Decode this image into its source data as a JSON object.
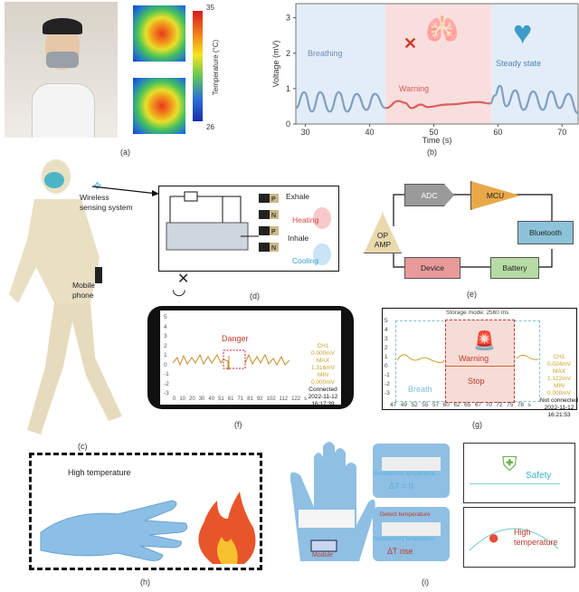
{
  "panel_a": {
    "caption": "(a)",
    "colorbar_max": "35",
    "colorbar_min": "26",
    "colorbar_label": "Temperature (°C)"
  },
  "panel_b": {
    "caption": "(b)",
    "breathing_label": "Breathing",
    "warning_label": "Warning",
    "steady_label": "Steady state"
  },
  "chart_data": {
    "type": "line",
    "title": "",
    "xlabel": "Time (s)",
    "ylabel": "Voltage (mV)",
    "xlim": [
      28.5,
      72.5
    ],
    "ylim": [
      0,
      3.4
    ],
    "xticks": [
      30,
      40,
      50,
      60,
      70
    ],
    "yticks": [
      0,
      1,
      2,
      3
    ],
    "regions": [
      {
        "name": "Breathing",
        "from": 28.5,
        "to": 42.5,
        "color": "#e3edf8"
      },
      {
        "name": "Warning",
        "from": 42.5,
        "to": 59,
        "color": "#f9dede"
      },
      {
        "name": "Steady state",
        "from": 59,
        "to": 72.5,
        "color": "#e3edf8"
      }
    ],
    "series": [
      {
        "name": "Breathing",
        "color": "#7f9fc3",
        "x": [
          28.5,
          29.8,
          31,
          32.3,
          33.8,
          35.2,
          36.5,
          38,
          39.5,
          40.8,
          42.5
        ],
        "y": [
          0.45,
          0.9,
          0.35,
          0.9,
          0.35,
          0.9,
          0.35,
          0.85,
          0.4,
          0.85,
          0.45
        ]
      },
      {
        "name": "Warning",
        "color": "#d9605e",
        "x": [
          42.5,
          44.5,
          45.5,
          46.5,
          48,
          49,
          52,
          57,
          58.8
        ],
        "y": [
          0.45,
          0.65,
          0.6,
          0.45,
          0.55,
          0.48,
          0.55,
          0.62,
          0.58
        ]
      },
      {
        "name": "Steady state",
        "color": "#7f9fc3",
        "x": [
          58.8,
          59.5,
          60.3,
          61.3,
          62.7,
          64,
          65.5,
          67,
          68.3,
          69.6,
          71,
          72.5
        ],
        "y": [
          0.58,
          0.8,
          1.08,
          0.5,
          0.95,
          0.4,
          0.92,
          0.4,
          0.92,
          0.45,
          0.85,
          0.3
        ]
      }
    ]
  },
  "panel_c": {
    "caption": "(c)",
    "wireless_label": "Wireless\nsensing system",
    "phone_label": "Mobile\nphone"
  },
  "panel_d": {
    "caption": "(d)",
    "exhale": "Exhale",
    "heating": "Heating",
    "inhale": "Inhale",
    "cooling": "Cooling"
  },
  "panel_e": {
    "caption": "(e)",
    "adc": "ADC",
    "mcu": "MCU",
    "opamp": "OP\nAMP",
    "bluetooth": "Bluetooth",
    "device": "Device",
    "battery": "Battery"
  },
  "panel_f": {
    "caption": "(f)",
    "danger": "Danger",
    "yticks": [
      "5",
      "4",
      "3",
      "2",
      "1",
      "0",
      "-1",
      "-2",
      "-3"
    ],
    "xticks": [
      "0",
      "10",
      "20",
      "30",
      "40",
      "51",
      "61",
      "71",
      "81",
      "92",
      "102",
      "112",
      "122",
      "s"
    ],
    "ch1": "CH1",
    "ch1_val": "0.000mV",
    "max": "MAX",
    "max_val": "1.316mV",
    "min": "MIN",
    "min_val": "0.000mV",
    "status": "Connected",
    "date": "2022-11-12",
    "time": "16:17:39"
  },
  "panel_g": {
    "caption": "(g)",
    "storage": "Storage mode: 2560 ms",
    "warning": "Warning",
    "stop": "Stop",
    "breath": "Breath",
    "yticks": [
      "5",
      "4",
      "3",
      "2",
      "1",
      "0",
      "-1",
      "-2",
      "-3"
    ],
    "xticks": [
      "47",
      "49",
      "52",
      "55",
      "57",
      "60",
      "62",
      "65",
      "67",
      "70",
      "72",
      "75",
      "78",
      "s"
    ],
    "ch1": "CH1",
    "ch1_val": "0.024mV",
    "max": "MAX",
    "max_val": "1.122mV",
    "min": "MIN",
    "min_val": "0.000mV",
    "status": "Not connected",
    "date": "2022-11-12",
    "time": "16:21:53"
  },
  "panel_h": {
    "caption": "(h)",
    "title": "High temperature"
  },
  "panel_i": {
    "caption": "(i)",
    "module": "Module",
    "env_temp": "Environment temperature",
    "dt_zero": "ΔT = 0",
    "detect": "Detect temperature",
    "env_temp2": "Environment temperature",
    "dt_rise": "ΔT rise",
    "safety": "Safety",
    "high_temp": "High\ntemperature"
  }
}
